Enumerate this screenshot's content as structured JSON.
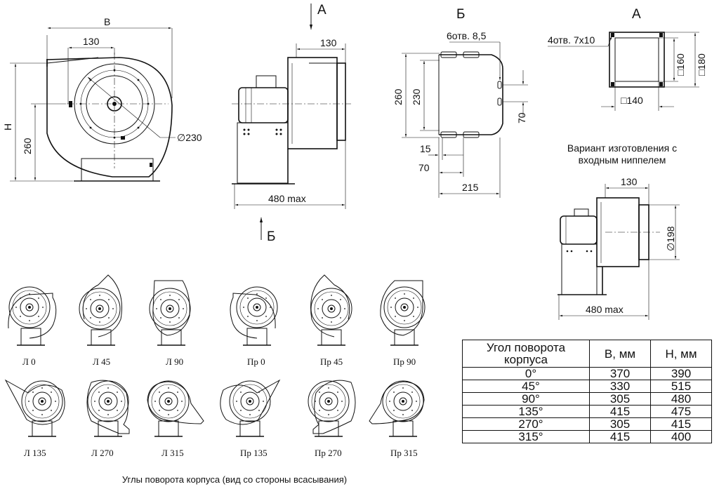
{
  "front_view": {
    "dim_width_label": "B",
    "dim_height_label": "H",
    "dim_inlet_offset": "130",
    "dim_axis_height": "260",
    "dim_diameter": "∅230"
  },
  "side_view": {
    "view_arrow_top": "A",
    "view_arrow_bottom": "Б",
    "dim_inlet_length": "130",
    "dim_length_max": "480 max"
  },
  "base_view": {
    "title": "Б",
    "dim_holes": "6отв. 8,5",
    "dim_height_outer": "260",
    "dim_height_inner": "230",
    "dim_70_right": "70",
    "dim_15": "15",
    "dim_70_bottom": "70",
    "dim_215": "215"
  },
  "flange_view": {
    "title": "A",
    "dim_holes": "4отв. 7x10",
    "dim_160": "□160",
    "dim_180": "□180",
    "dim_140": "□140"
  },
  "nipple_variant": {
    "caption_line1": "Вариант изготовления с",
    "caption_line2": "входным ниппелем",
    "dim_130": "130",
    "dim_198": "∅198",
    "dim_length_max": "480 max"
  },
  "rotations": {
    "row1": [
      "Л 0",
      "Л 45",
      "Л 90",
      "Пр 0",
      "Пр 45",
      "Пр 90"
    ],
    "row2": [
      "Л 135",
      "Л 270",
      "Л 315",
      "Пр 135",
      "Пр 270",
      "Пр 315"
    ],
    "caption": "Углы поворота корпуса (вид со стороны всасывания)"
  },
  "table": {
    "header": {
      "angle_line1": "Угол поворота",
      "angle_line2": "корпуса",
      "b": "B, мм",
      "h": "H, мм"
    },
    "rows": [
      {
        "angle": "0°",
        "b": "370",
        "h": "390"
      },
      {
        "angle": "45°",
        "b": "330",
        "h": "515"
      },
      {
        "angle": "90°",
        "b": "305",
        "h": "480"
      },
      {
        "angle": "135°",
        "b": "415",
        "h": "475"
      },
      {
        "angle": "270°",
        "b": "305",
        "h": "415"
      },
      {
        "angle": "315°",
        "b": "415",
        "h": "400"
      }
    ]
  }
}
